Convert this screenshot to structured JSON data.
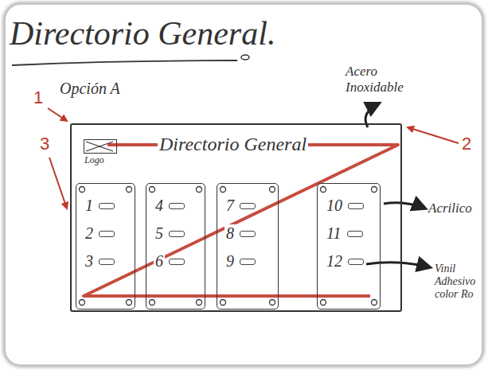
{
  "diagram": {
    "title": "Directorio General.",
    "nodes": [
      {
        "text": [
          "Directorio General"
        ]
      },
      {
        "text": [
          "Logo"
        ],
        "in": 0
      },
      {
        "text": [
          "1",
          "2",
          "3"
        ],
        "in": 0
      },
      {
        "text": [
          "4",
          "5",
          "6"
        ],
        "in": 0
      },
      {
        "text": [
          "7",
          "8",
          "9"
        ],
        "in": 0
      },
      {
        "text": [
          "10",
          "11",
          "12"
        ],
        "in": 0
      }
    ],
    "labels": [
      "Opción A",
      "Acero Inoxidable",
      "1",
      "2",
      "3",
      "Acrilico",
      "Vinil Adhesivo color Ro"
    ]
  }
}
